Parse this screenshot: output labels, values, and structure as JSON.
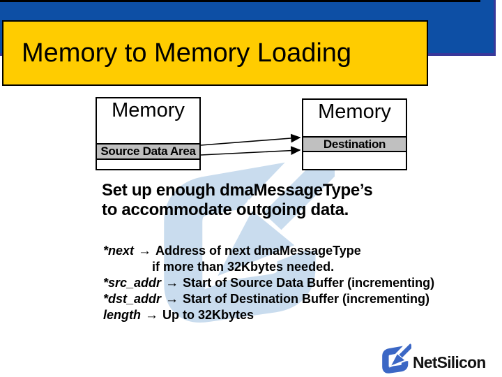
{
  "title": "Memory to Memory Loading",
  "diagram": {
    "source_box": {
      "label": "Memory",
      "region": "Source Data Area"
    },
    "dest_box": {
      "label": "Memory",
      "region": "Destination"
    }
  },
  "summary": {
    "line1": "Set up enough dmaMessageType’s",
    "line2": "to accommodate outgoing data."
  },
  "symbols": {
    "arrow": "→"
  },
  "details": {
    "lines": [
      {
        "term": "*next",
        "text": "Address of next dmaMessageType"
      },
      {
        "term": "",
        "text": "if more than 32Kbytes needed."
      },
      {
        "term": "*src_addr",
        "text": "Start of Source Data Buffer (incrementing)"
      },
      {
        "term": "*dst_addr",
        "text": "Start of Destination Buffer (incrementing)"
      },
      {
        "term": "length",
        "text": "Up to 32Kbytes"
      }
    ]
  },
  "footer": {
    "brand": "NetSilicon"
  },
  "colors": {
    "band_blue": "#0d4fa5",
    "band_border_navy": "#38389a",
    "title_yellow": "#ffcc00",
    "strip_gray": "#c0c0c0",
    "logo_blue": "#3b67c5",
    "watermark_blue": "#c9dcee"
  }
}
